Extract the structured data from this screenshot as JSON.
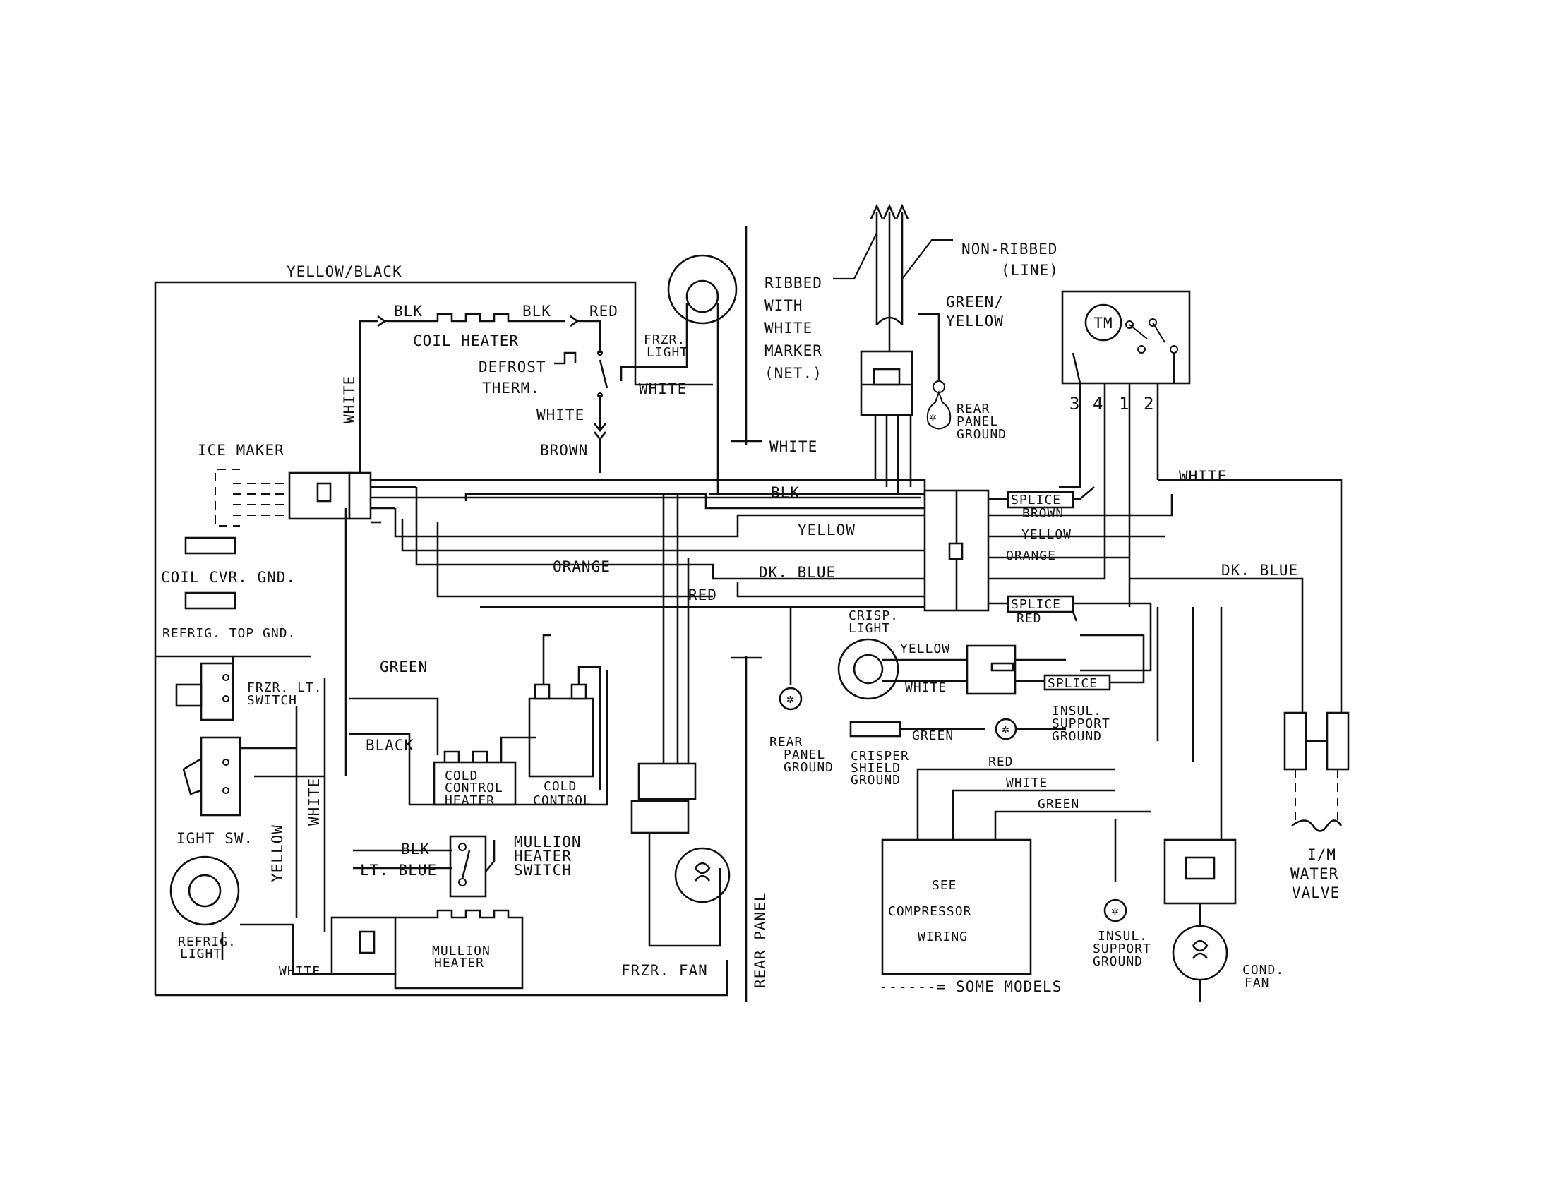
{
  "labels": {
    "yellow_black": "YELLOW/BLACK",
    "blk_left": "BLK",
    "blk_right": "BLK",
    "red_top": "RED",
    "coil_heater": "COIL HEATER",
    "defrost": "DEFROST",
    "therm": "THERM.",
    "white_therm": "WHITE",
    "white_vertical": "WHITE",
    "brown": "BROWN",
    "frzr_light_1": "FRZR.",
    "frzr_light_2": "LIGHT",
    "white_frzr": "WHITE",
    "ribbed_1": "RIBBED",
    "ribbed_2": "WITH",
    "ribbed_3": "WHITE",
    "ribbed_4": "MARKER",
    "ribbed_5": "(NET.)",
    "white_net": "WHITE",
    "non_ribbed_1": "NON-RIBBED",
    "non_ribbed_2": "(LINE)",
    "green_yellow_1": "GREEN/",
    "green_yellow_2": "YELLOW",
    "rear_panel_ground_top_1": "REAR",
    "rear_panel_ground_top_2": "PANEL",
    "rear_panel_ground_top_3": "GROUND",
    "tm": "TM",
    "term_3": "3",
    "term_4": "4",
    "term_1": "1",
    "term_2": "2",
    "ice_maker": "ICE MAKER",
    "blk_mid": "BLK",
    "white_right": "WHITE",
    "splice_top": "SPLICE",
    "brown_right": "BROWN",
    "yellow_mid": "YELLOW",
    "yellow_right": "YELLOW",
    "orange_right": "ORANGE",
    "orange_mid": "ORANGE",
    "dk_blue_mid": "DK. BLUE",
    "dk_blue_right": "DK. BLUE",
    "splice_mid": "SPLICE",
    "red_right": "RED",
    "red_mid": "RED",
    "coil_cvr_gnd": "COIL CVR. GND.",
    "refrig_top_gnd": "REFRIG. TOP GND.",
    "crisp_light_1": "CRISP.",
    "crisp_light_2": "LIGHT",
    "yellow_crisp": "YELLOW",
    "white_crisp": "WHITE",
    "splice_bottom": "SPLICE",
    "green_top": "GREEN",
    "frzr_lt_switch_1": "FRZR. LT.",
    "frzr_lt_switch_2": "SWITCH",
    "black": "BLACK",
    "green_crisper": "GREEN",
    "insul_support_ground_1": "INSUL.",
    "insul_support_ground_2": "SUPPORT",
    "insul_support_ground_3": "GROUND",
    "crisper_shield_ground_1": "CRISPER",
    "crisper_shield_ground_2": "SHIELD",
    "crisper_shield_ground_3": "GROUND",
    "rear_panel_ground_mid_1": "REAR",
    "rear_panel_ground_mid_2": "PANEL",
    "rear_panel_ground_mid_3": "GROUND",
    "red_comp": "RED",
    "white_comp": "WHITE",
    "green_comp": "GREEN",
    "cold_control_heater_1": "COLD",
    "cold_control_heater_2": "CONTROL",
    "cold_control_heater_3": "HEATER",
    "cold_control_1": "COLD",
    "cold_control_2": "CONTROL",
    "white_left_vertical": "WHITE",
    "yellow_left_vertical": "YELLOW",
    "ight_sw": "IGHT SW.",
    "blk_mullion": "BLK",
    "lt_blue": "LT. BLUE",
    "mullion_heater_switch_1": "MULLION",
    "mullion_heater_switch_2": "HEATER",
    "mullion_heater_switch_3": "SWITCH",
    "see_compressor_1": "SEE",
    "see_compressor_2": "COMPRESSOR",
    "see_compressor_3": "WIRING",
    "insul_support_ground_b_1": "INSUL.",
    "insul_support_ground_b_2": "SUPPORT",
    "insul_support_ground_b_3": "GROUND",
    "im_water_valve_1": "I/M",
    "im_water_valve_2": "WATER",
    "im_water_valve_3": "VALVE",
    "refrig_light_1": "REFRIG.",
    "refrig_light_2": "LIGHT",
    "white_bottom": "WHITE",
    "mullion_heater_1": "MULLION",
    "mullion_heater_2": "HEATER",
    "frzr_fan": "FRZR. FAN",
    "rear_panel": "REAR PANEL",
    "some_models": "------= SOME MODELS",
    "cond_fan_1": "COND.",
    "cond_fan_2": "FAN"
  },
  "colors": {
    "ink": "#111111",
    "paper": "#ffffff"
  }
}
